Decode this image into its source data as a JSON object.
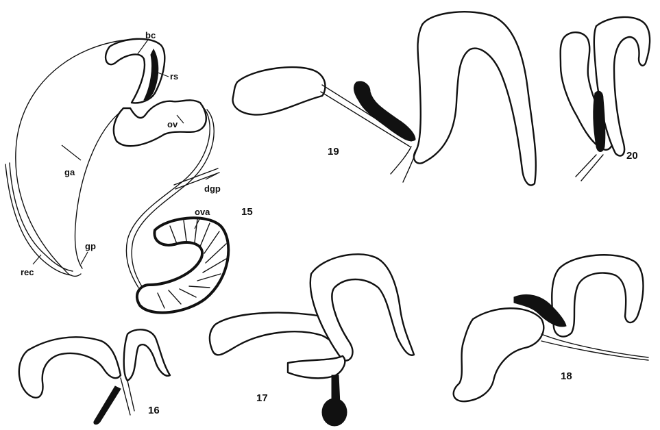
{
  "figures": {
    "f15": "15",
    "f16": "16",
    "f17": "17",
    "f18": "18",
    "f19": "19",
    "f20": "20"
  },
  "labels": {
    "bc": "bc",
    "rs": "rs",
    "ov": "ov",
    "ga": "ga",
    "dgp": "dgp",
    "ova": "ova",
    "gp": "gp",
    "rec": "rec"
  }
}
